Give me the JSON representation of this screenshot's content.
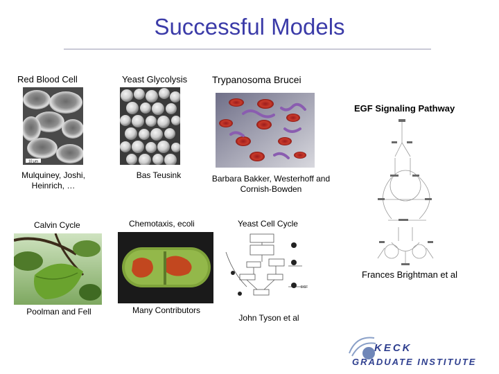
{
  "slide": {
    "title": "Successful Models"
  },
  "models": {
    "rbc": {
      "heading": "Red Blood Cell",
      "credit_line1": "Mulquiney, Joshi,",
      "credit_line2": "Heinrich, …",
      "scale": "10 µm"
    },
    "yeast": {
      "heading": "Yeast Glycolysis",
      "credit": "Bas Teusink"
    },
    "trypanosoma": {
      "heading": "Trypanosoma Brucei",
      "credit_line1": "Barbara Bakker, Westerhoff and",
      "credit_line2": "Cornish-Bowden"
    },
    "egf": {
      "heading": "EGF Signaling Pathway",
      "credit": "Frances Brightman et al"
    },
    "calvin": {
      "heading": "Calvin Cycle",
      "credit": "Poolman and Fell"
    },
    "chemotaxis": {
      "heading": "Chemotaxis, ecoli",
      "credit": "Many Contributors"
    },
    "cellcycle": {
      "heading": "Yeast Cell Cycle",
      "credit": "John Tyson et al",
      "egf_tag": "EGF"
    }
  },
  "logo": {
    "line1": "KECK",
    "line2": "GRADUATE INSTITUTE"
  },
  "colors": {
    "title": "#3b3ba8",
    "logo": "#2f3f8f"
  }
}
